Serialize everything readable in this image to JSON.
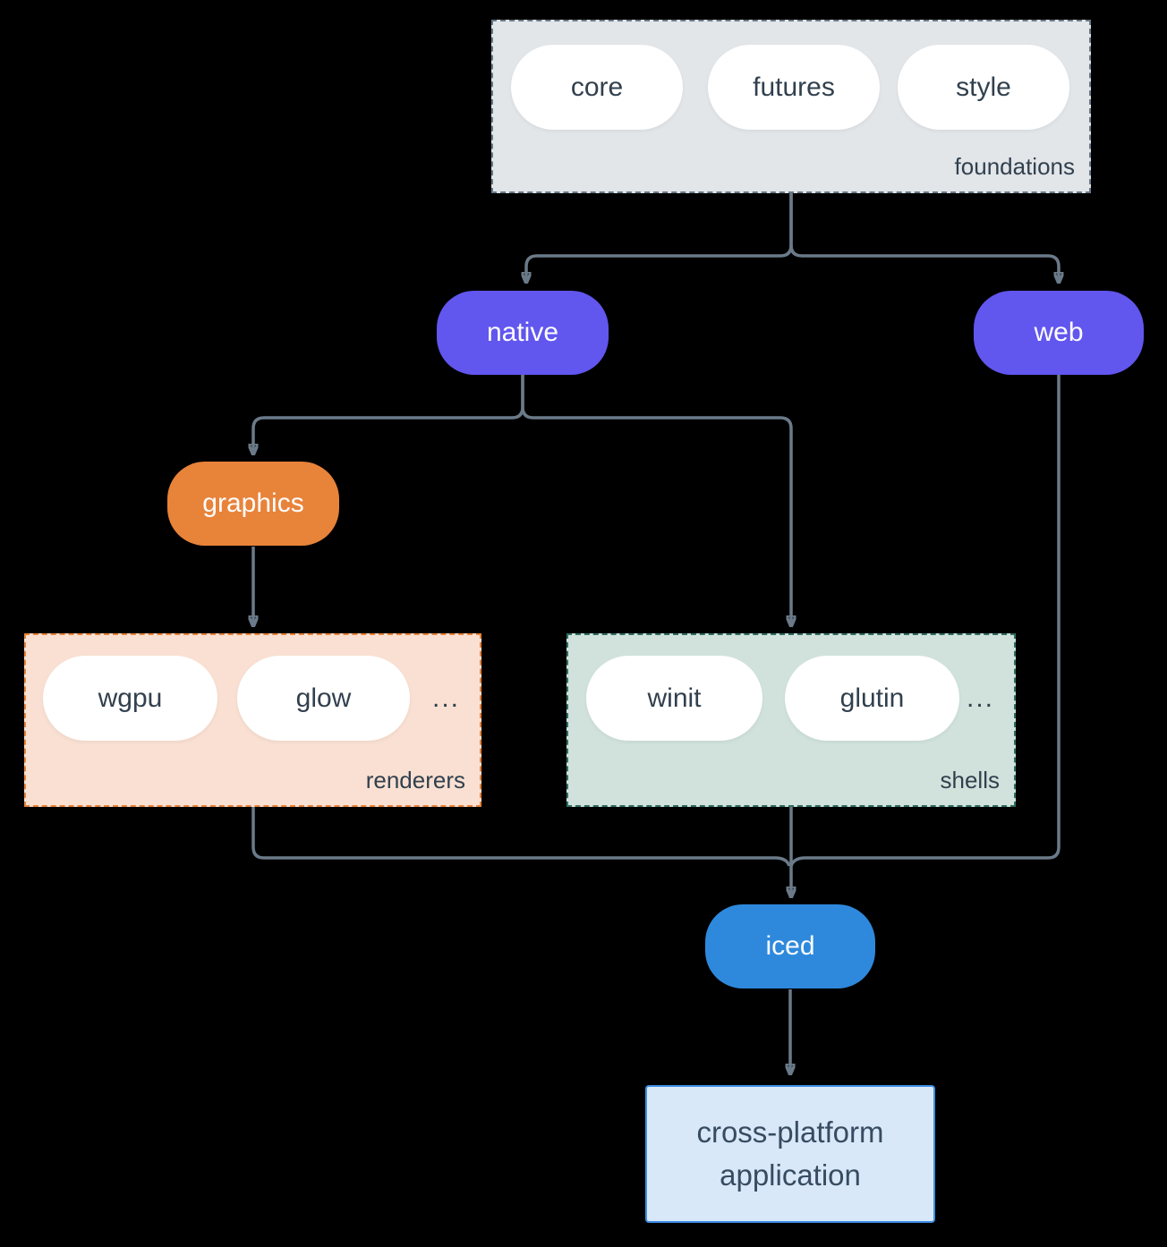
{
  "diagram": {
    "clusters": {
      "foundations": {
        "label": "foundations",
        "items": [
          "core",
          "futures",
          "style"
        ]
      },
      "renderers": {
        "label": "renderers",
        "items": [
          "wgpu",
          "glow"
        ],
        "ellipsis": "..."
      },
      "shells": {
        "label": "shells",
        "items": [
          "winit",
          "glutin"
        ],
        "ellipsis": "..."
      }
    },
    "nodes": {
      "native": {
        "label": "native"
      },
      "web": {
        "label": "web"
      },
      "graphics": {
        "label": "graphics"
      },
      "iced": {
        "label": "iced"
      },
      "application": {
        "line1": "cross-platform",
        "line2": "application"
      }
    },
    "colors": {
      "background": "#000000",
      "edge": "#6b7a89",
      "purple_node": "#6156ee",
      "orange_node": "#e8833a",
      "blue_node": "#2e89dc",
      "foundations_fill": "#e2e6e9",
      "foundations_border": "#6a7987",
      "renderers_fill": "#f9e0d2",
      "renderers_border": "#e8833a",
      "shells_fill": "#d1e2dc",
      "shells_border": "#2f6e62",
      "app_fill": "#d9e8f9",
      "app_border": "#3e8ee4",
      "dark_text": "#32404e",
      "light_text": "#ffffff"
    }
  }
}
